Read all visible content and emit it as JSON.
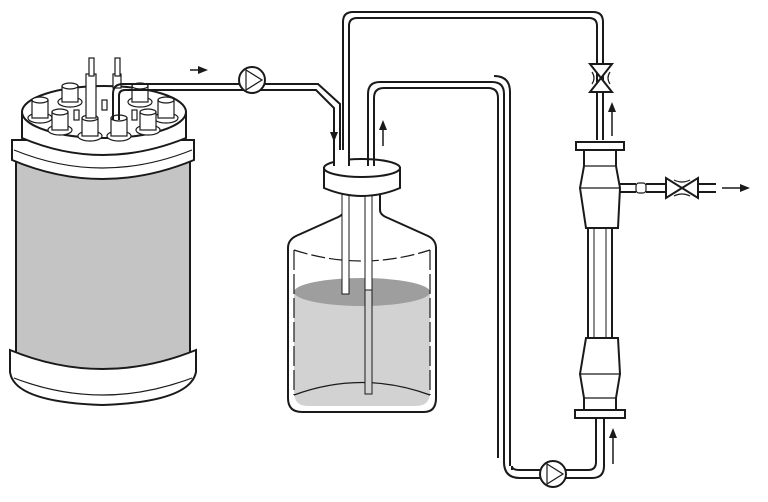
{
  "diagram": {
    "type": "bioreactor perfusion setup",
    "components": [
      "bioreactor-vessel",
      "feed-pump",
      "reservoir-bottle",
      "recirculation-pump",
      "filter-module",
      "valve-top",
      "valve-outlet"
    ],
    "colors": {
      "line": "#1a1a1a",
      "vessel_fill": "#c4c4c4",
      "liquid_fill": "#d2d2d2",
      "liquid_surface": "#9e9e9e",
      "background": "#ffffff"
    },
    "flow_arrows": [
      "right",
      "down",
      "up",
      "up",
      "right",
      "up"
    ]
  }
}
